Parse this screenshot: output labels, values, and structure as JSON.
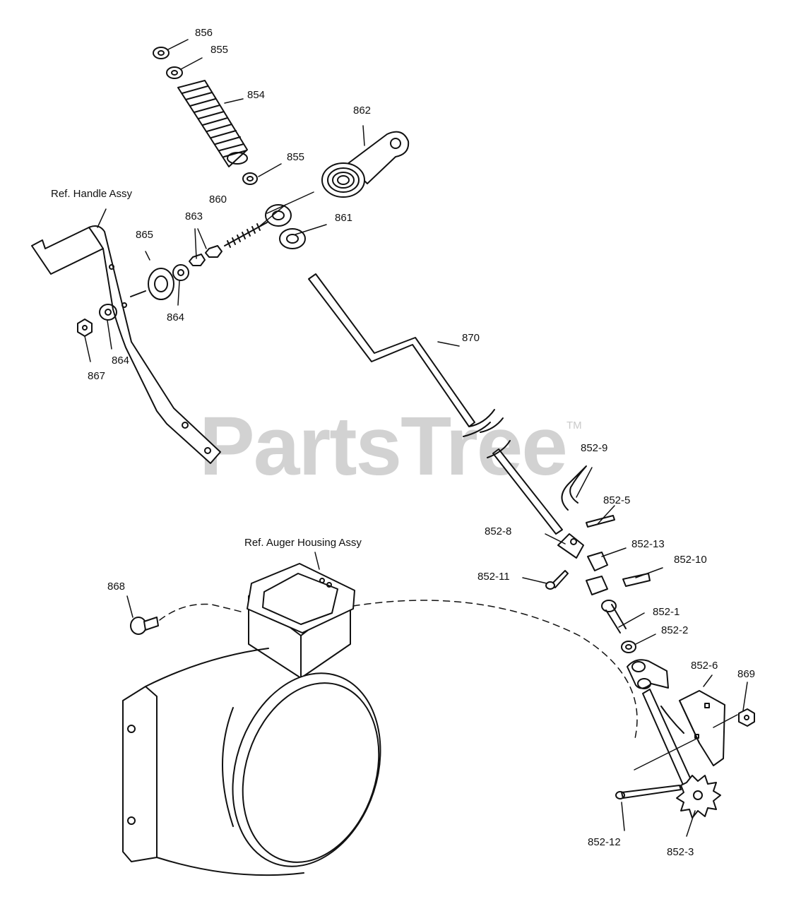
{
  "watermark": {
    "text": "PartsTree",
    "mark": "TM"
  },
  "refs": {
    "handle": "Ref. Handle Assy",
    "auger": "Ref. Auger Housing Assy"
  },
  "callouts": {
    "p856": "856",
    "p855a": "855",
    "p854": "854",
    "p862": "862",
    "p855b": "855",
    "p860": "860",
    "p863": "863",
    "p861": "861",
    "p865": "865",
    "p864a": "864",
    "p864b": "864",
    "p867": "867",
    "p870": "870",
    "p852_9": "852-9",
    "p852_5": "852-5",
    "p852_8": "852-8",
    "p852_13": "852-13",
    "p852_10": "852-10",
    "p852_11": "852-11",
    "p852_1": "852-1",
    "p852_2": "852-2",
    "p852_6": "852-6",
    "p869": "869",
    "p868": "868",
    "p852_12": "852-12",
    "p852_3": "852-3"
  }
}
